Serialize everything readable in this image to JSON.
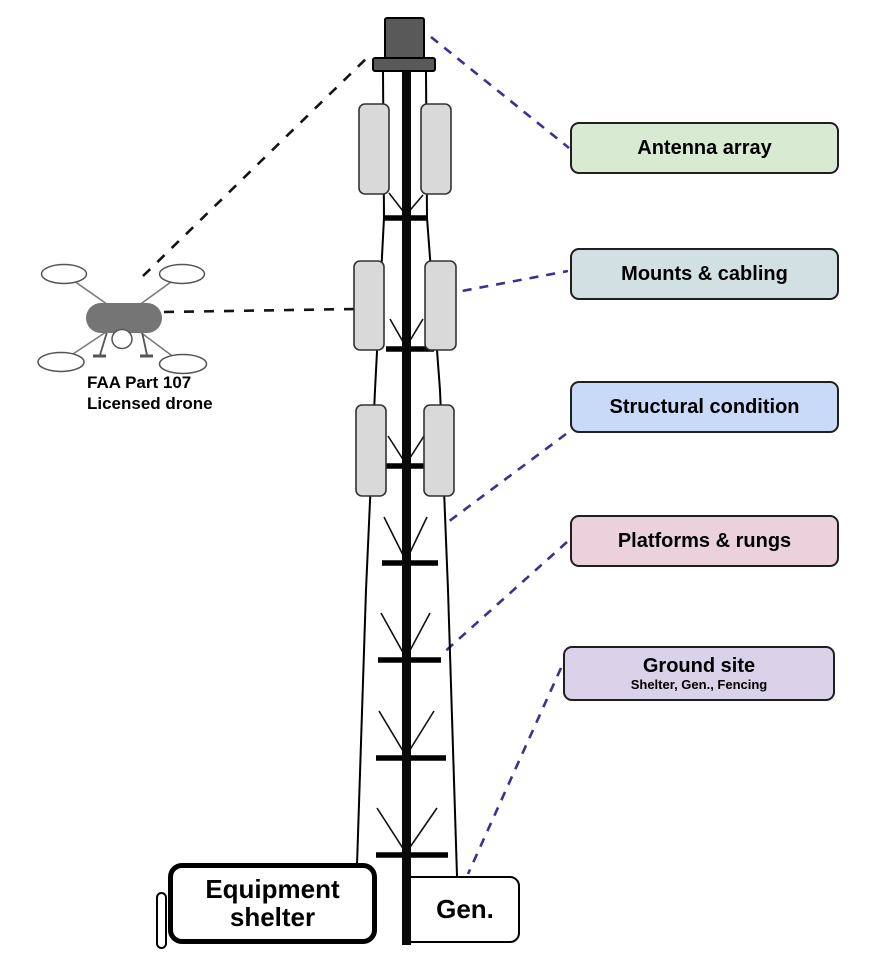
{
  "callouts": [
    {
      "label": "Antenna array",
      "fill": "#d9ead3"
    },
    {
      "label": "Mounts & cabling",
      "fill": "#d0e0e3"
    },
    {
      "label": "Structural condition",
      "fill": "#c9daf8"
    },
    {
      "label": "Platforms & rungs",
      "fill": "#ead1dc"
    },
    {
      "label": "Ground site",
      "sublabel": "Shelter, Gen., Fencing",
      "fill": "#d9d2e9"
    }
  ],
  "drone": {
    "caption": "FAA Part 107\nLicensed drone"
  },
  "ground": {
    "shelter_label": "Equipment\nshelter",
    "generator_label": "Gen."
  },
  "colors": {
    "connector_dash": "#3d2f93",
    "drone_dash": "#141414",
    "antenna_panel_fill": "#d9d9d9",
    "tower_cap_fill": "#595959",
    "drone_body_fill": "#757575",
    "callout_border": "#1f1f1f"
  }
}
